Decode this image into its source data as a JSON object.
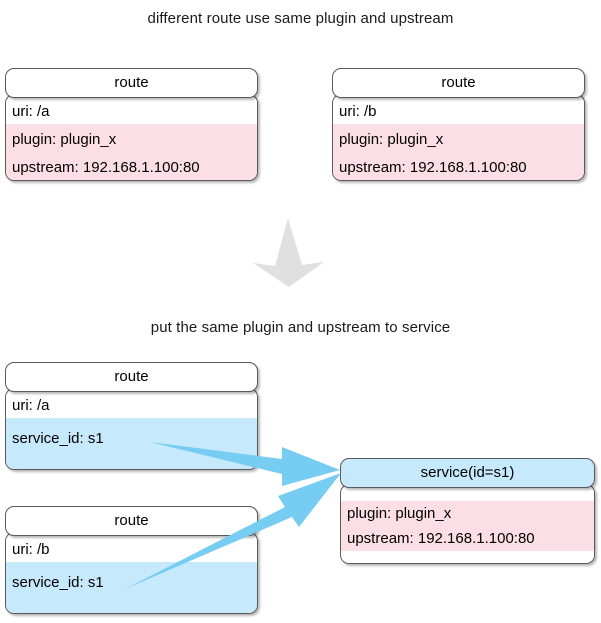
{
  "diagram": {
    "title_top": "different route use same plugin and upstream",
    "title_bottom": "put the same plugin and upstream to service",
    "colors": {
      "pink": "#fcdfe4",
      "blue": "#c6eafc",
      "arrow_blue": "#77ccf2",
      "arrow_gray": "#e0e0e0",
      "border": "#5a5a5a"
    },
    "top_section": {
      "nodes": [
        {
          "header": "route",
          "rows": [
            {
              "text": "uri: /a",
              "fill": "white"
            },
            {
              "text": "plugin: plugin_x",
              "fill": "pink"
            },
            {
              "text": "upstream: 192.168.1.100:80",
              "fill": "pink"
            }
          ]
        },
        {
          "header": "route",
          "rows": [
            {
              "text": "uri: /b",
              "fill": "white"
            },
            {
              "text": "plugin: plugin_x",
              "fill": "pink"
            },
            {
              "text": "upstream: 192.168.1.100:80",
              "fill": "pink"
            }
          ]
        }
      ]
    },
    "transform_arrow": "down-arrow",
    "bottom_section": {
      "routes": [
        {
          "header": "route",
          "rows": [
            {
              "text": "uri: /a",
              "fill": "white"
            },
            {
              "text": "service_id: s1",
              "fill": "blue"
            }
          ]
        },
        {
          "header": "route",
          "rows": [
            {
              "text": "uri: /b",
              "fill": "white"
            },
            {
              "text": "service_id: s1",
              "fill": "blue"
            }
          ]
        }
      ],
      "service": {
        "header": "service(id=s1)",
        "rows": [
          {
            "text": "plugin: plugin_x",
            "fill": "pink"
          },
          {
            "text": "upstream: 192.168.1.100:80",
            "fill": "pink"
          }
        ]
      },
      "connections": [
        {
          "from": "route-a-bottom",
          "to": "service-node",
          "kind": "arrow"
        },
        {
          "from": "route-b-bottom",
          "to": "service-node",
          "kind": "arrow"
        }
      ]
    }
  }
}
